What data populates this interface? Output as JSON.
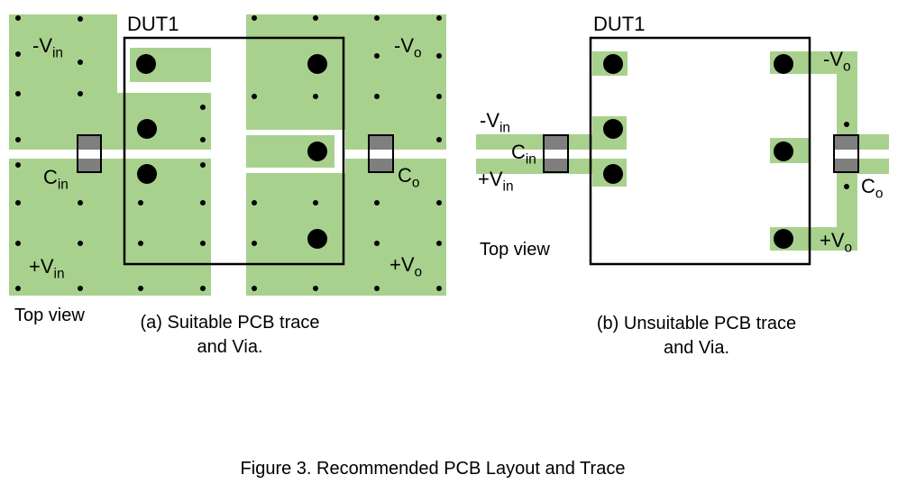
{
  "colors": {
    "copper": "#a9d18e",
    "outline": "#000000",
    "via": "#000000",
    "cap_light": "#a5a5a5",
    "cap_dark": "#7f7f7f",
    "gap": "#ffffff"
  },
  "panel_a": {
    "chip_label": "DUT1",
    "neg_vin": "-V",
    "neg_vin_sub": "in",
    "neg_vo": "-V",
    "neg_vo_sub": "o",
    "pos_vin": "+V",
    "pos_vin_sub": "in",
    "pos_vo": "+V",
    "pos_vo_sub": "o",
    "cin": "C",
    "cin_sub": "in",
    "co": "C",
    "co_sub": "o",
    "top_view": "Top view",
    "caption_line1": "(a) Suitable PCB trace",
    "caption_line2": "and Via."
  },
  "panel_b": {
    "chip_label": "DUT1",
    "neg_vin": "-V",
    "neg_vin_sub": "in",
    "neg_vo": "-V",
    "neg_vo_sub": "o",
    "pos_vin": "+V",
    "pos_vin_sub": "in",
    "pos_vo": "+V",
    "pos_vo_sub": "o",
    "cin": "C",
    "cin_sub": "in",
    "co": "C",
    "co_sub": "o",
    "top_view": "Top view",
    "caption_line1": "(b) Unsuitable PCB trace",
    "caption_line2": "and Via."
  },
  "figure_caption": "Figure 3. Recommended PCB Layout and Trace"
}
